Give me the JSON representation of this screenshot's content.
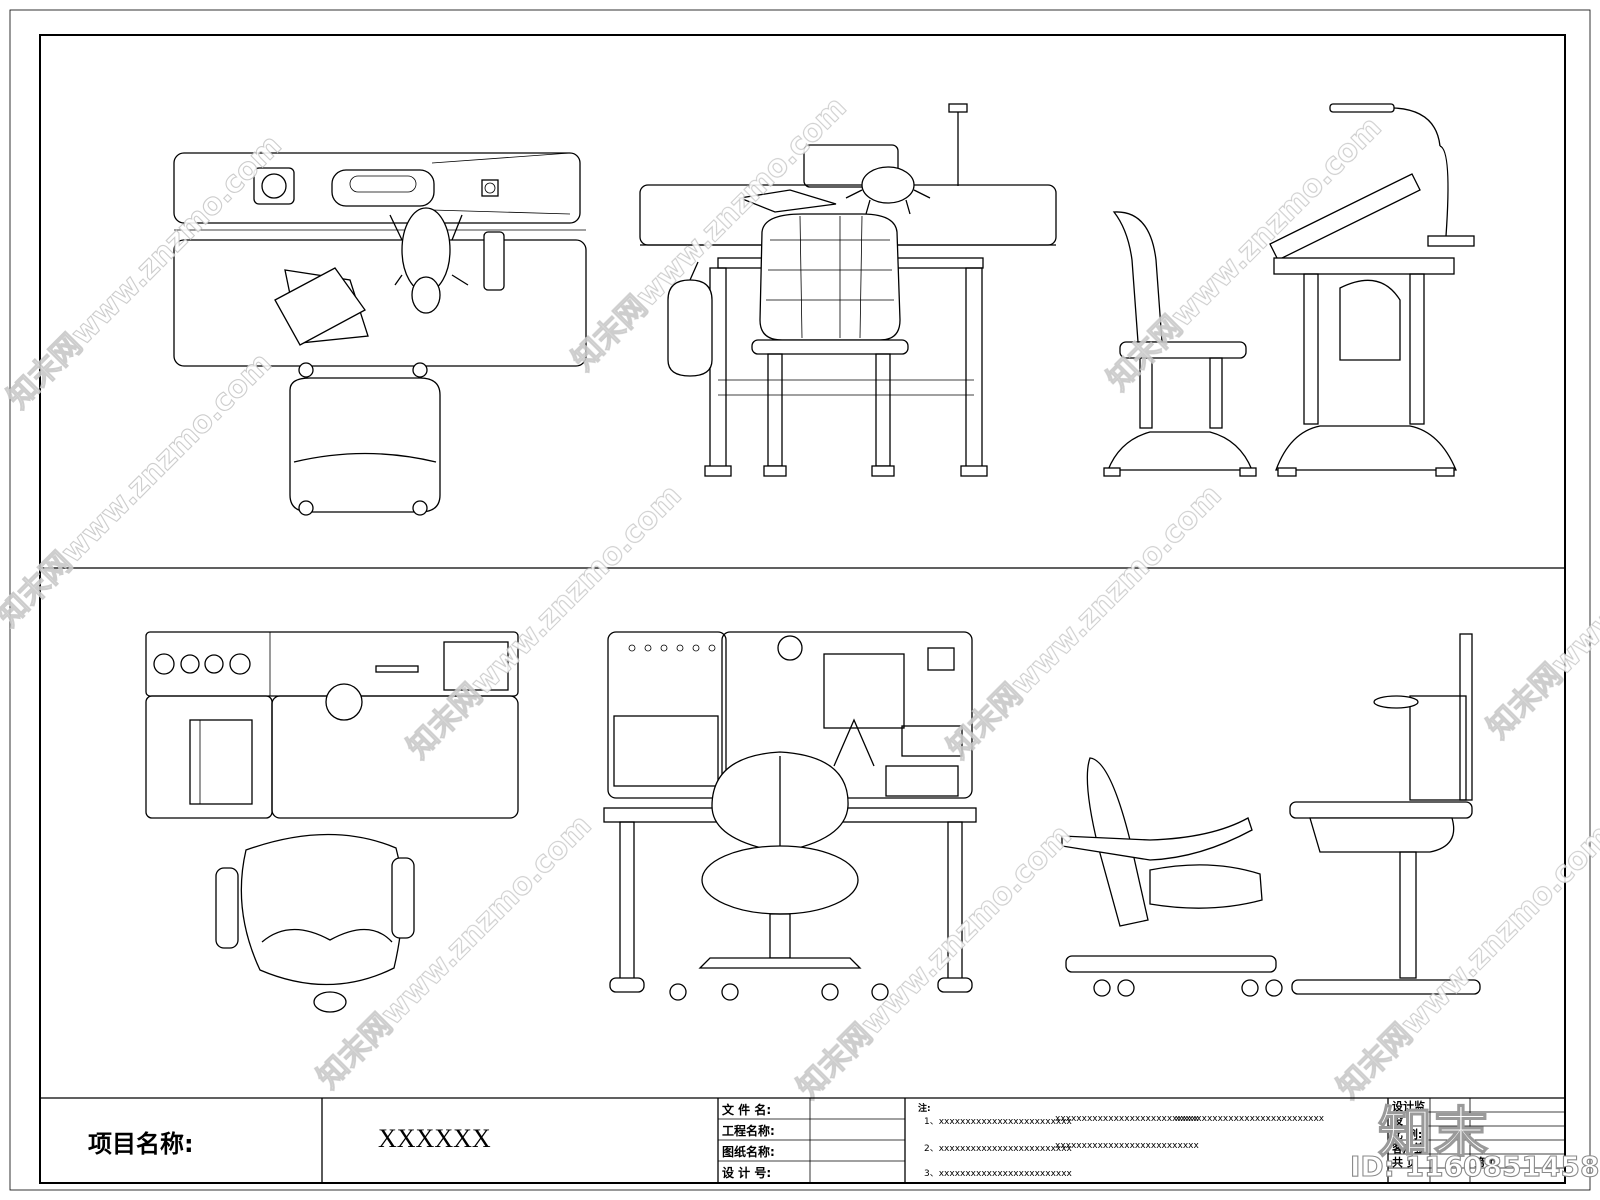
{
  "titleblock": {
    "project_label": "项目名称:",
    "project_value": "XXXXXX",
    "fields": [
      "文 件 名:",
      "工程名称:",
      "图纸名称:",
      "设 计 号:"
    ],
    "note_label": "注:",
    "notes": [
      "1、xxxxxxxxxxxxxxxxxxxxxxxxx",
      "xxxxxxxxxxxxxxxxxxxxxxxxxxx",
      "xxxxxxxxxxxxxxxxxxxxxxxxxxxx",
      "2、xxxxxxxxxxxxxxxxxxxxxxxxx",
      "xxxxxxxxxxxxxxxxxxxxxxxxxxx",
      "3、xxxxxxxxxxxxxxxxxxxxxxxxx"
    ],
    "right_fields": [
      "设计监",
      "设",
      "比  例:",
      "客户签",
      "共      页",
      "第      页"
    ]
  },
  "watermark": {
    "text": "知末网www.znzmo.com",
    "logo": "知末",
    "id_text": "ID: 1160851458"
  }
}
